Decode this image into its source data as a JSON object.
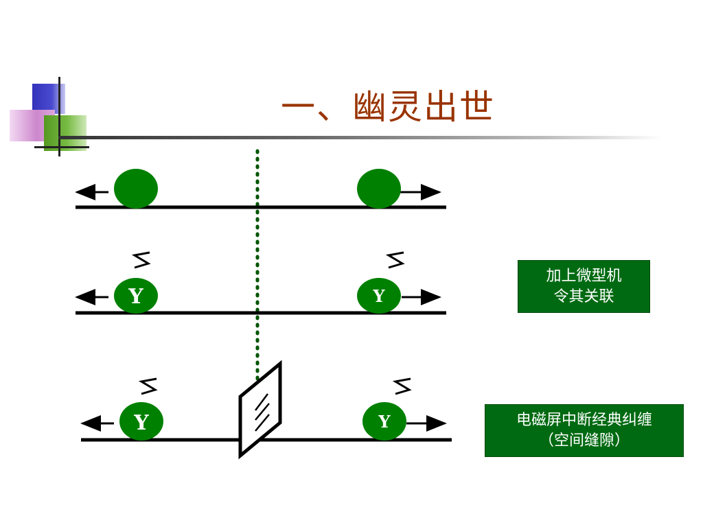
{
  "slide": {
    "title": "一、幽灵出世"
  },
  "diagram": {
    "particle_label": "Y",
    "squiggle": "S",
    "colors": {
      "particle": "#008000",
      "line": "#000000",
      "dotted_divider": "#005500",
      "label_bg": "#006a12",
      "title": "#993300"
    }
  },
  "labels": {
    "box1": {
      "line1": "加上微型机",
      "line2": "令其关联"
    },
    "box2": {
      "line1": "电磁屏中断经典纠缠",
      "line2": "（空间缝隙）"
    }
  }
}
